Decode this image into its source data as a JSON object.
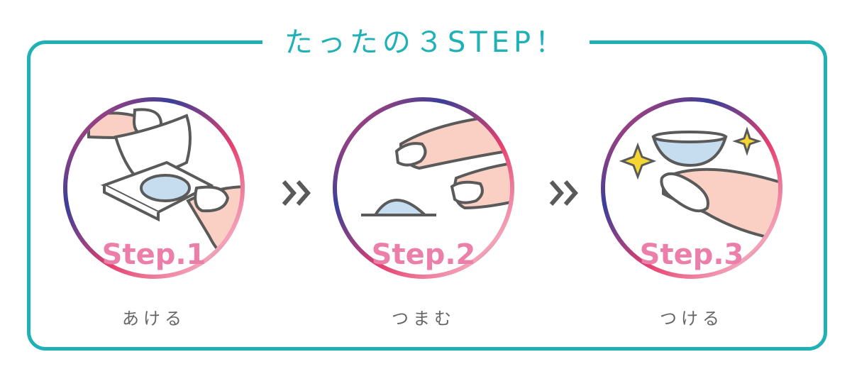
{
  "title": "たったの３STEP！",
  "colors": {
    "frame": "#1fb1b6",
    "step_label": "#ec7fa9",
    "caption": "#666666",
    "skin": "#f9d0c3",
    "lens": "#c5ddef",
    "line": "#5a5a5a",
    "sparkle": "#f5d633",
    "ring_gradient": [
      "#e6406f",
      "#3a3f98",
      "#f3a2b8"
    ]
  },
  "steps": [
    {
      "label": "Step.1",
      "caption": "あける",
      "icon": "open-package-illustration"
    },
    {
      "label": "Step.2",
      "caption": "つまむ",
      "icon": "pinch-lens-illustration"
    },
    {
      "label": "Step.3",
      "caption": "つける",
      "icon": "lens-on-finger-illustration"
    }
  ],
  "separators": [
    {
      "icon": "double-chevron-right-icon"
    },
    {
      "icon": "double-chevron-right-icon"
    }
  ]
}
